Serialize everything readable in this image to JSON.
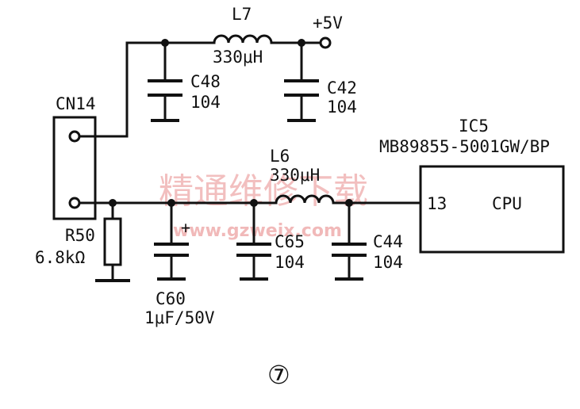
{
  "components": {
    "L7": {
      "ref": "L7",
      "value": "330μH"
    },
    "L6": {
      "ref": "L6",
      "value": "330μH"
    },
    "C48": {
      "ref": "C48",
      "value": "104"
    },
    "C42": {
      "ref": "C42",
      "value": "104"
    },
    "C65": {
      "ref": "C65",
      "value": "104"
    },
    "C44": {
      "ref": "C44",
      "value": "104"
    },
    "C60": {
      "ref": "C60",
      "value": "1μF/50V"
    },
    "R50": {
      "ref": "R50",
      "value": "6.8kΩ"
    },
    "CN14": {
      "ref": "CN14"
    },
    "IC5": {
      "ref": "IC5",
      "part": "MB89855-5001GW/BP",
      "pin": "13",
      "function": "CPU"
    }
  },
  "supply_label": "+5V",
  "watermark": {
    "text": "精通维修下载",
    "url": "www.gzweix.com"
  },
  "figure_number": "⑦"
}
